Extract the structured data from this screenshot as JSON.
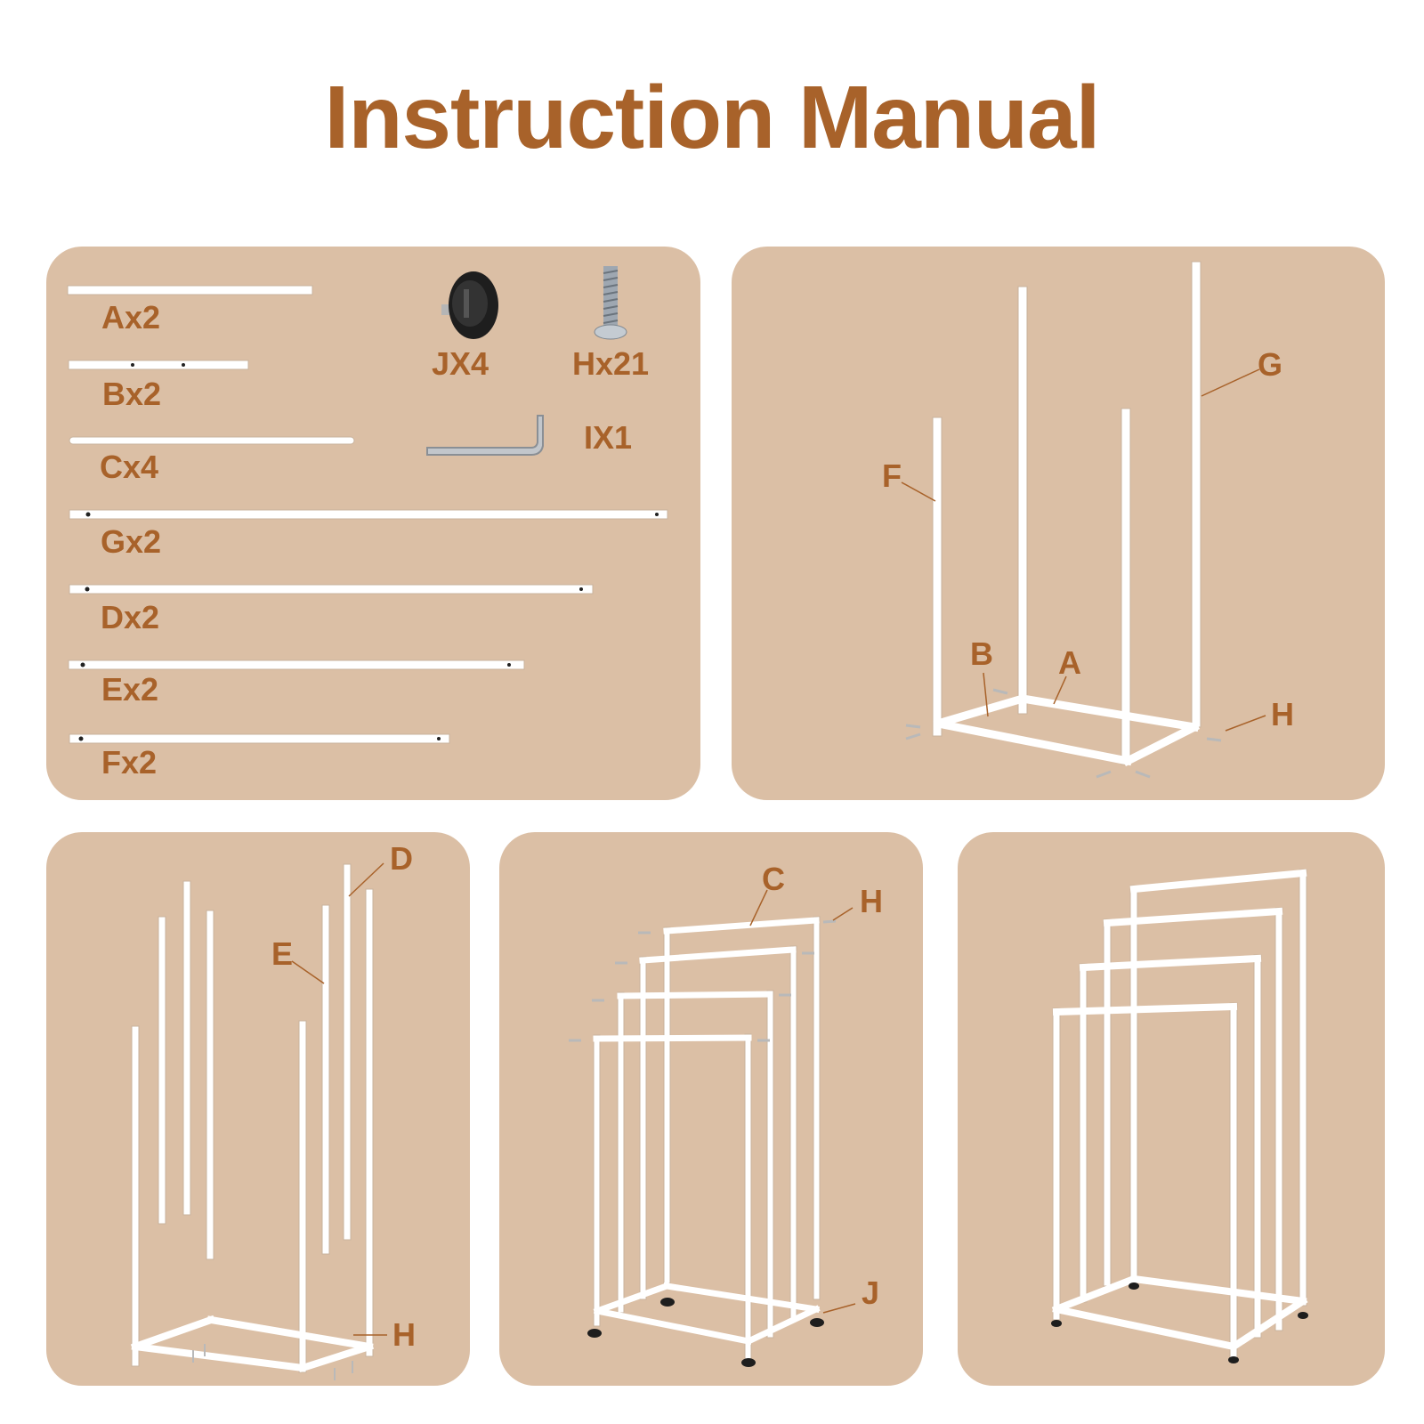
{
  "title": "Instruction Manual",
  "colors": {
    "accent": "#a8622a",
    "panel": "#dbbfa5",
    "tube": "#ffffff",
    "background": "#ffffff"
  },
  "parts": {
    "a": "Ax2",
    "b": "Bx2",
    "c": "Cx4",
    "g": "Gx2",
    "d": "Dx2",
    "e": "Ex2",
    "f": "Fx2",
    "j": "JX4",
    "h": "Hx21",
    "i": "IX1"
  },
  "step1": {
    "g": "G",
    "f": "F",
    "b": "B",
    "a": "A",
    "h": "H"
  },
  "step2": {
    "d": "D",
    "e": "E",
    "h": "H"
  },
  "step3": {
    "c": "C",
    "h": "H",
    "j": "J"
  }
}
